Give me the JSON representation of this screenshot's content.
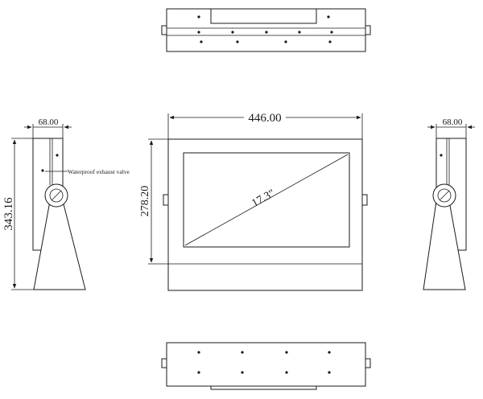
{
  "drawing": {
    "front_view": {
      "width_dimension": "446.00",
      "height_dimension": "278.20",
      "diagonal_label": "17.3\""
    },
    "left_side_view": {
      "depth_dimension": "68.00",
      "total_height_dimension": "343.16",
      "callout_label": "Waterproof exhaust valve"
    },
    "right_side_view": {
      "depth_dimension": "68.00"
    }
  }
}
